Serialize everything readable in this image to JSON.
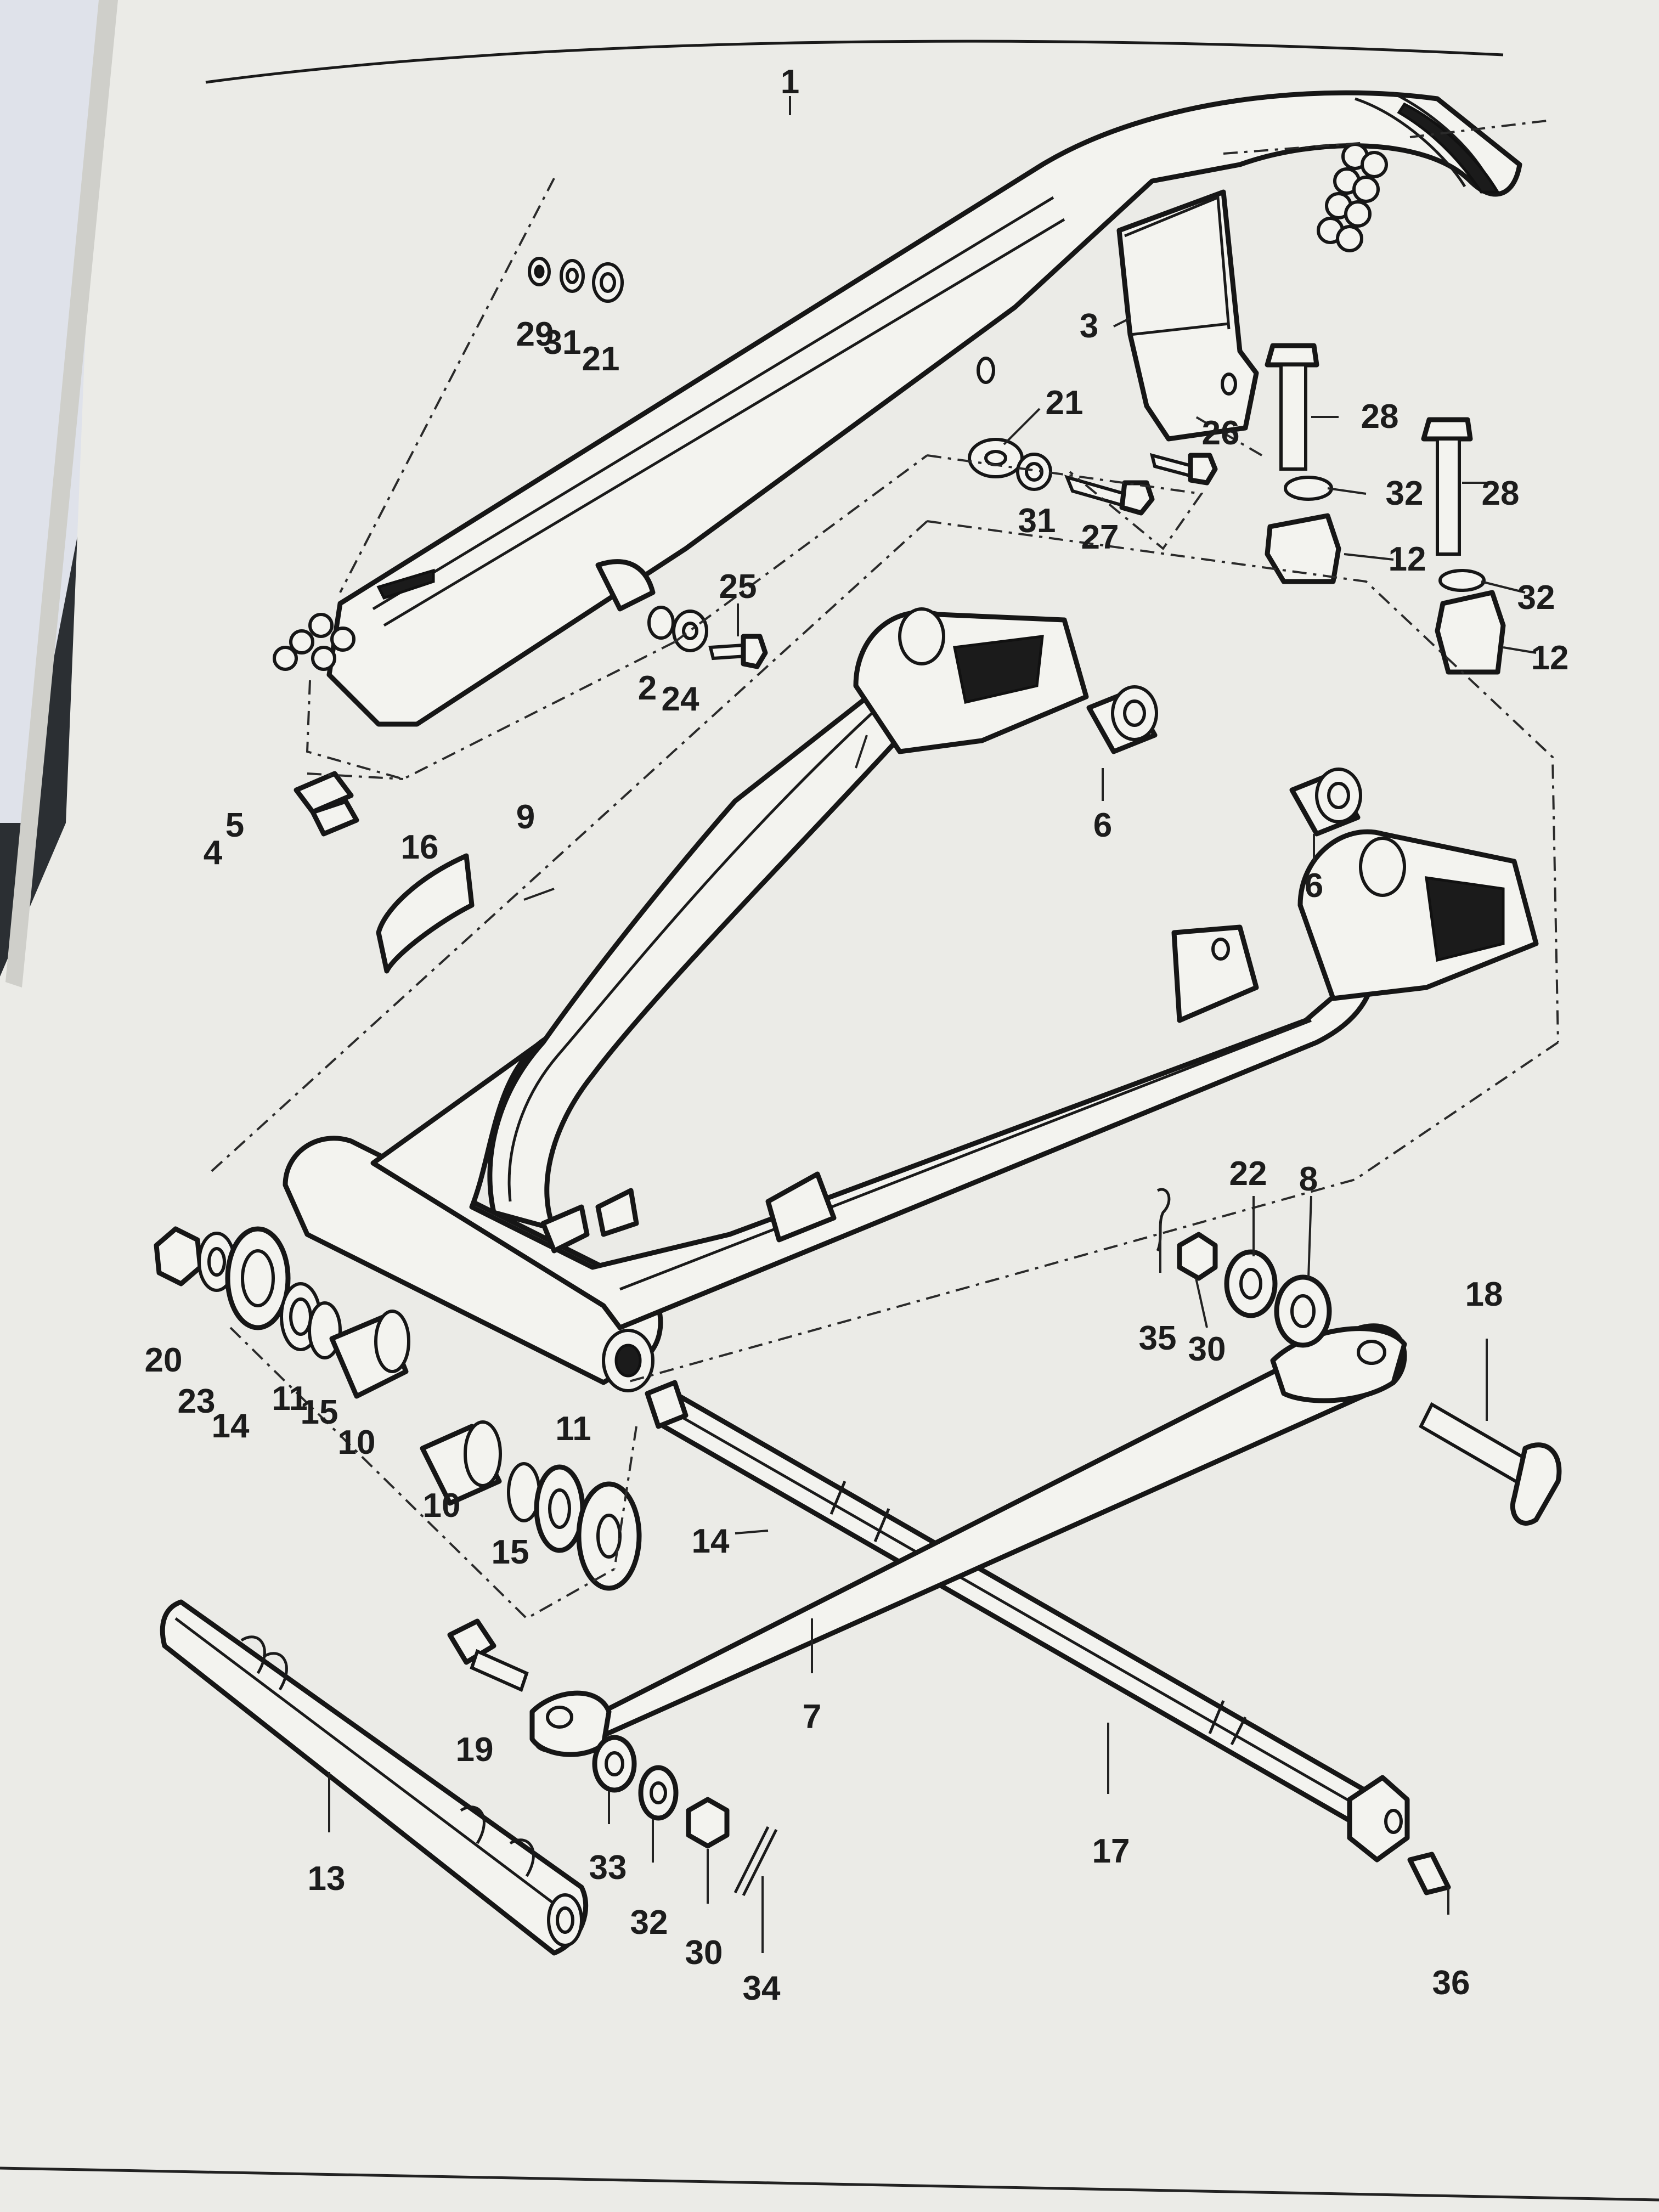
{
  "diagram": {
    "colors": {
      "paper": "#ebebe7",
      "ink": "#1c1c1c",
      "background": "#2b2f33"
    },
    "part_labels": [
      {
        "id": "p1",
        "text": "1"
      },
      {
        "id": "p3",
        "text": "3"
      },
      {
        "id": "p29",
        "text": "29"
      },
      {
        "id": "p31a",
        "text": "31"
      },
      {
        "id": "p21a",
        "text": "21"
      },
      {
        "id": "p21b",
        "text": "21"
      },
      {
        "id": "p31b",
        "text": "31"
      },
      {
        "id": "p27",
        "text": "27"
      },
      {
        "id": "p26",
        "text": "26"
      },
      {
        "id": "p28a",
        "text": "28"
      },
      {
        "id": "p32a",
        "text": "32"
      },
      {
        "id": "p12a",
        "text": "12"
      },
      {
        "id": "p28b",
        "text": "28"
      },
      {
        "id": "p32b",
        "text": "32"
      },
      {
        "id": "p12b",
        "text": "12"
      },
      {
        "id": "p25",
        "text": "25"
      },
      {
        "id": "p2",
        "text": "2"
      },
      {
        "id": "p24",
        "text": "24"
      },
      {
        "id": "p5",
        "text": "5"
      },
      {
        "id": "p4",
        "text": "4"
      },
      {
        "id": "p16",
        "text": "16"
      },
      {
        "id": "p9",
        "text": "9"
      },
      {
        "id": "p6a",
        "text": "6"
      },
      {
        "id": "p6b",
        "text": "6"
      },
      {
        "id": "p22",
        "text": "22"
      },
      {
        "id": "p8",
        "text": "8"
      },
      {
        "id": "p35",
        "text": "35"
      },
      {
        "id": "p30a",
        "text": "30"
      },
      {
        "id": "p18",
        "text": "18"
      },
      {
        "id": "p20",
        "text": "20"
      },
      {
        "id": "p23",
        "text": "23"
      },
      {
        "id": "p14a",
        "text": "14"
      },
      {
        "id": "p11a",
        "text": "11"
      },
      {
        "id": "p15a",
        "text": "15"
      },
      {
        "id": "p10a",
        "text": "10"
      },
      {
        "id": "p10b",
        "text": "10"
      },
      {
        "id": "p15b",
        "text": "15"
      },
      {
        "id": "p11b",
        "text": "11"
      },
      {
        "id": "p14b",
        "text": "14"
      },
      {
        "id": "p19",
        "text": "19"
      },
      {
        "id": "p7",
        "text": "7"
      },
      {
        "id": "p17",
        "text": "17"
      },
      {
        "id": "p13",
        "text": "13"
      },
      {
        "id": "p33",
        "text": "33"
      },
      {
        "id": "p32c",
        "text": "32"
      },
      {
        "id": "p30b",
        "text": "30"
      },
      {
        "id": "p34",
        "text": "34"
      },
      {
        "id": "p36",
        "text": "36"
      }
    ]
  }
}
